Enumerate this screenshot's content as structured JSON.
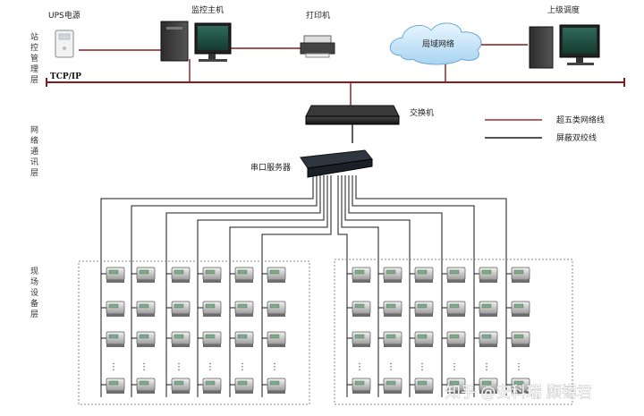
{
  "layers": {
    "station": [
      "站",
      "控",
      "管",
      "理",
      "层"
    ],
    "network": [
      "网",
      "络",
      "通",
      "讯",
      "层"
    ],
    "field": [
      "现",
      "场",
      "设",
      "备",
      "层"
    ]
  },
  "devices": {
    "ups": "UPS电源",
    "monitor_host": "监控主机",
    "printer": "打印机",
    "lan": "局域网络",
    "upper_dispatch": "上级调度",
    "switch": "交换机",
    "serial_server": "串口服务器"
  },
  "bus_label": "TCP/IP",
  "legend": {
    "cat5": "超五类网络线",
    "shielded": "屏蔽双绞线",
    "cat5_color": "#a52a2a",
    "shielded_color": "#1a1a1a"
  },
  "field_device_rows": [
    "meter",
    "meter",
    "meter",
    "ellipsis",
    "meter"
  ],
  "ellipsis_glyph": "⋮",
  "watermark": "知乎 @安科瑞 顾锡君"
}
